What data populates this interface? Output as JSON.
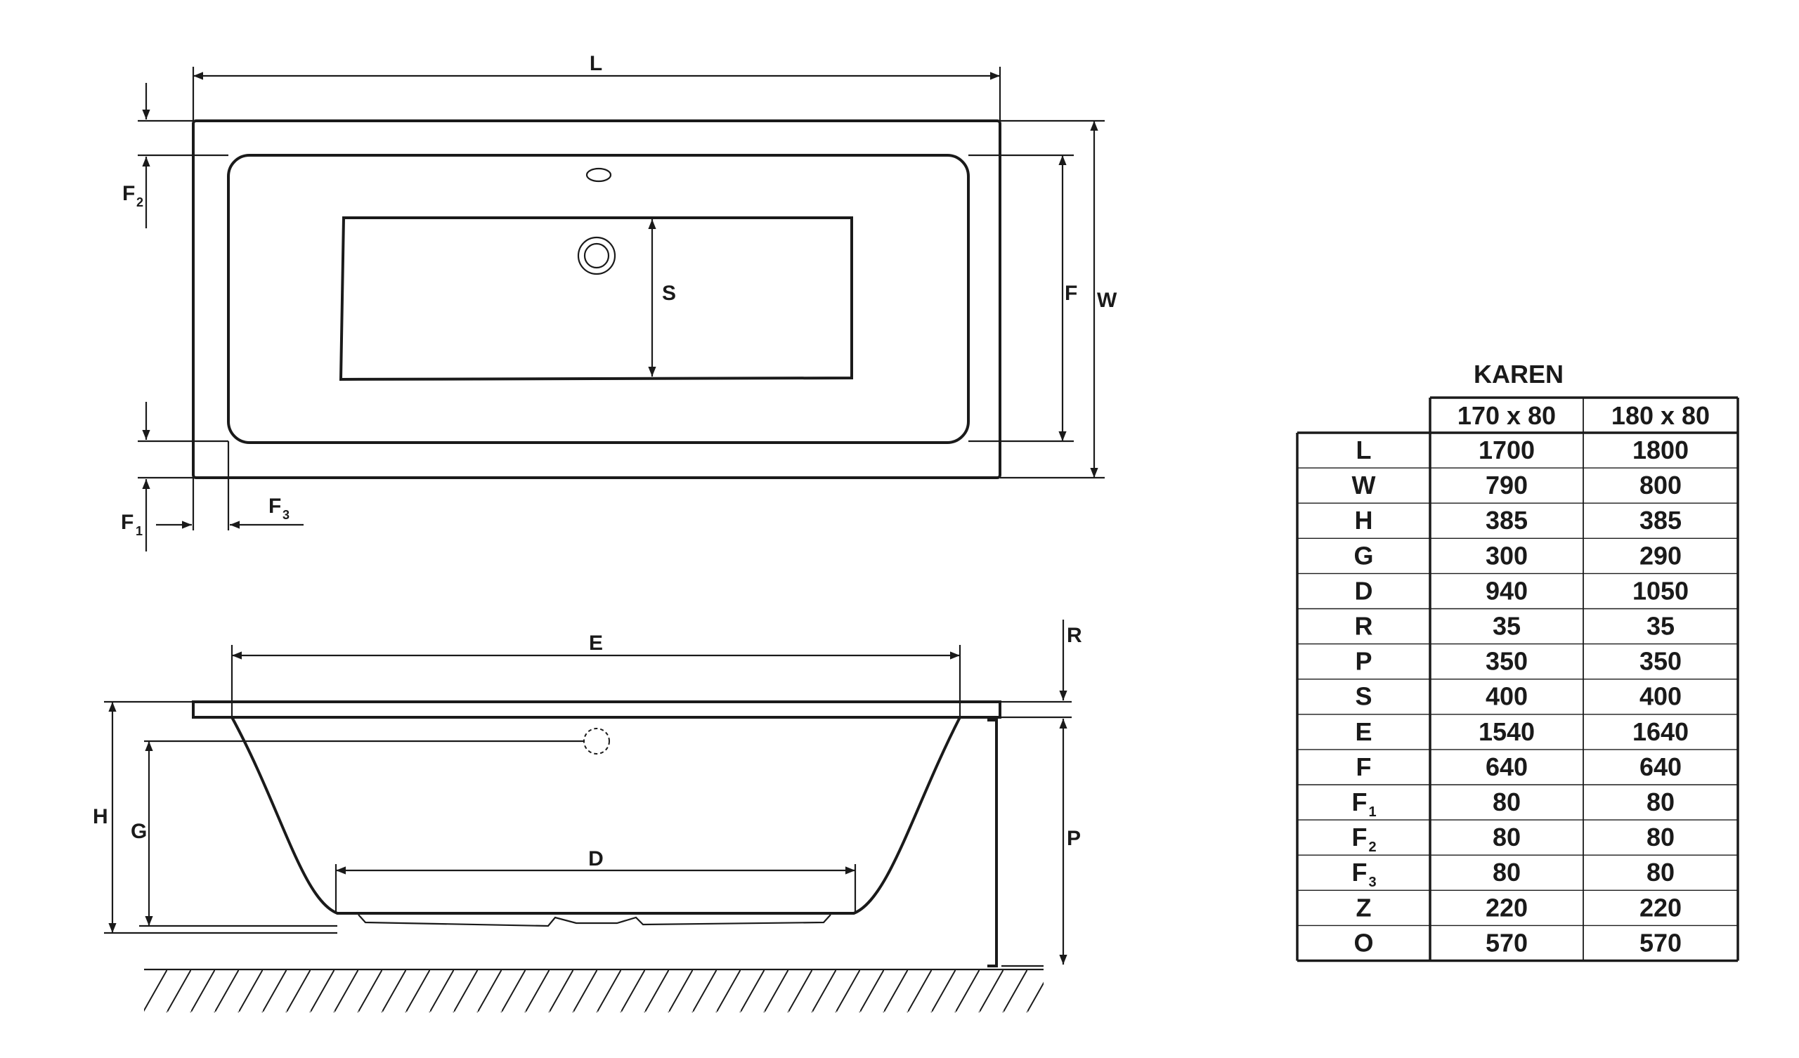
{
  "dimension_labels": {
    "L": "L",
    "W": "W",
    "F": "F",
    "S": "S",
    "F1": "F",
    "F1_sub": "1",
    "F2": "F",
    "F2_sub": "2",
    "F3": "F",
    "F3_sub": "3",
    "E": "E",
    "D": "D",
    "H": "H",
    "G": "G",
    "R": "R",
    "P": "P"
  },
  "table": {
    "title": "KAREN",
    "columns": [
      "170 x 80",
      "180 x 80"
    ],
    "rows": [
      {
        "label": "L",
        "sub": "",
        "values": [
          "1700",
          "1800"
        ]
      },
      {
        "label": "W",
        "sub": "",
        "values": [
          "790",
          "800"
        ]
      },
      {
        "label": "H",
        "sub": "",
        "values": [
          "385",
          "385"
        ]
      },
      {
        "label": "G",
        "sub": "",
        "values": [
          "300",
          "290"
        ]
      },
      {
        "label": "D",
        "sub": "",
        "values": [
          "940",
          "1050"
        ]
      },
      {
        "label": "R",
        "sub": "",
        "values": [
          "35",
          "35"
        ]
      },
      {
        "label": "P",
        "sub": "",
        "values": [
          "350",
          "350"
        ]
      },
      {
        "label": "S",
        "sub": "",
        "values": [
          "400",
          "400"
        ]
      },
      {
        "label": "E",
        "sub": "",
        "values": [
          "1540",
          "1640"
        ]
      },
      {
        "label": "F",
        "sub": "",
        "values": [
          "640",
          "640"
        ]
      },
      {
        "label": "F",
        "sub": "1",
        "values": [
          "80",
          "80"
        ]
      },
      {
        "label": "F",
        "sub": "2",
        "values": [
          "80",
          "80"
        ]
      },
      {
        "label": "F",
        "sub": "3",
        "values": [
          "80",
          "80"
        ]
      },
      {
        "label": "Z",
        "sub": "",
        "values": [
          "220",
          "220"
        ]
      },
      {
        "label": "O",
        "sub": "",
        "values": [
          "570",
          "570"
        ]
      }
    ]
  }
}
